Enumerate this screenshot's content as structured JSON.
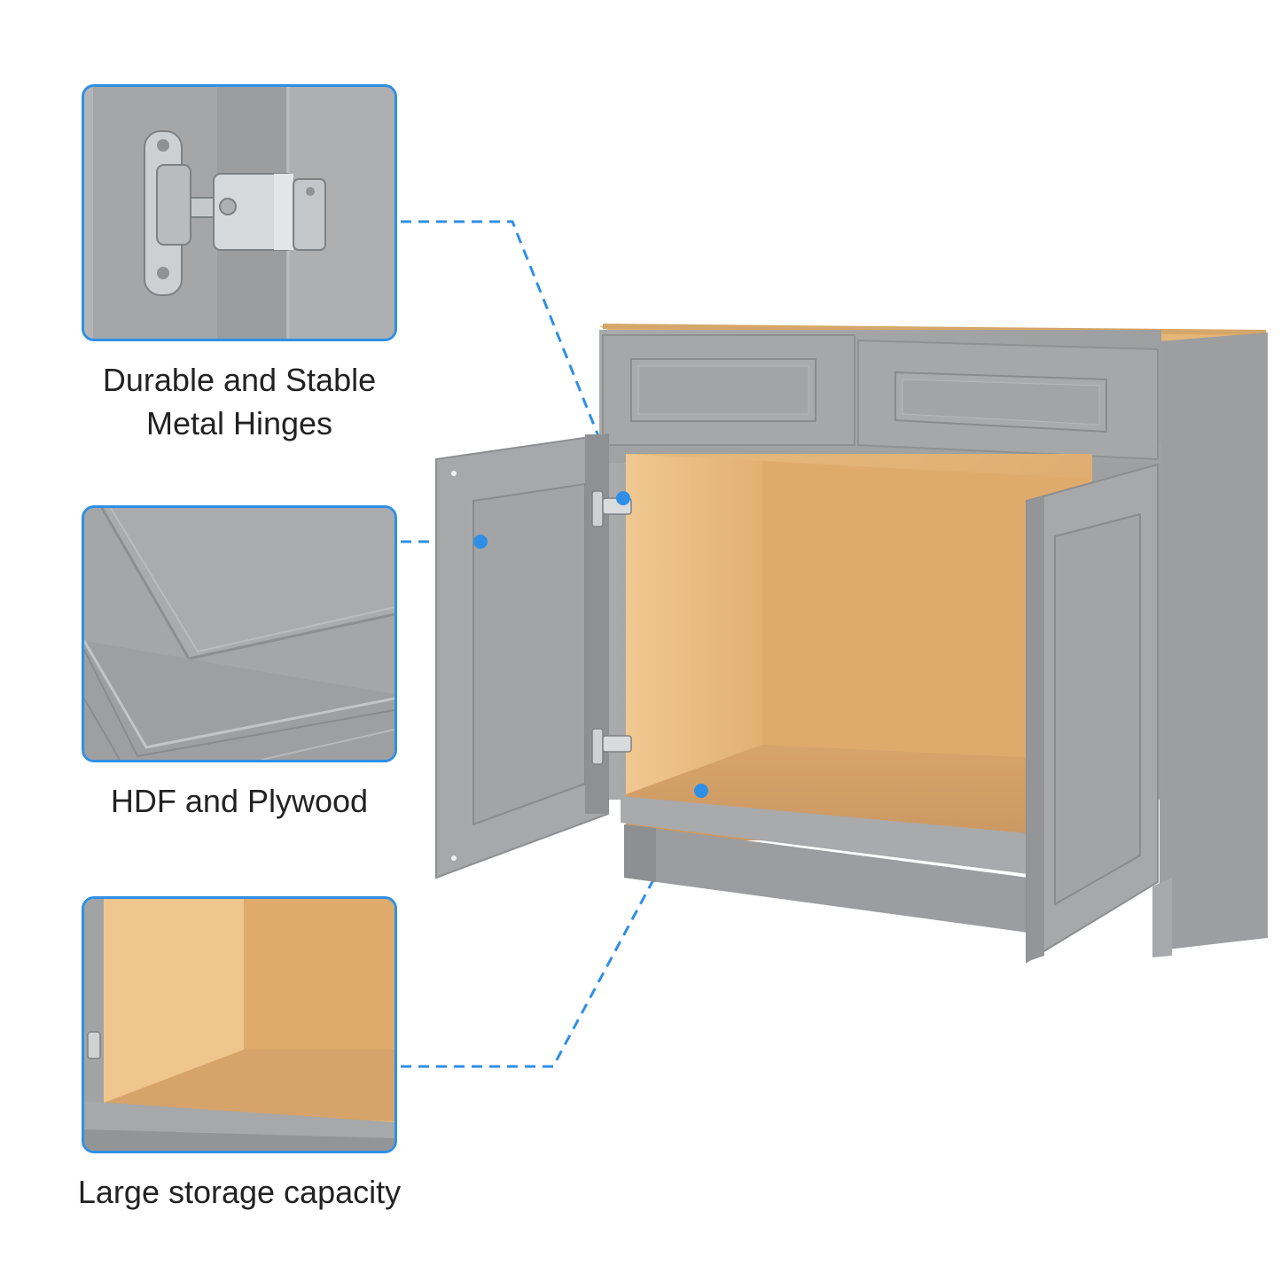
{
  "callouts": [
    {
      "id": "hinges",
      "lines": [
        "Durable and Stable",
        "Metal Hinges"
      ],
      "icon": "metal-hinge-closeup"
    },
    {
      "id": "material",
      "lines": [
        "HDF and Plywood"
      ],
      "icon": "hdf-plywood-closeup"
    },
    {
      "id": "storage",
      "lines": [
        "Large storage capacity"
      ],
      "icon": "cabinet-interior-closeup"
    }
  ],
  "colors": {
    "accent": "#2f8fe6",
    "cabinet_gray": "#a3a4a5",
    "wood": "#e8b878"
  }
}
